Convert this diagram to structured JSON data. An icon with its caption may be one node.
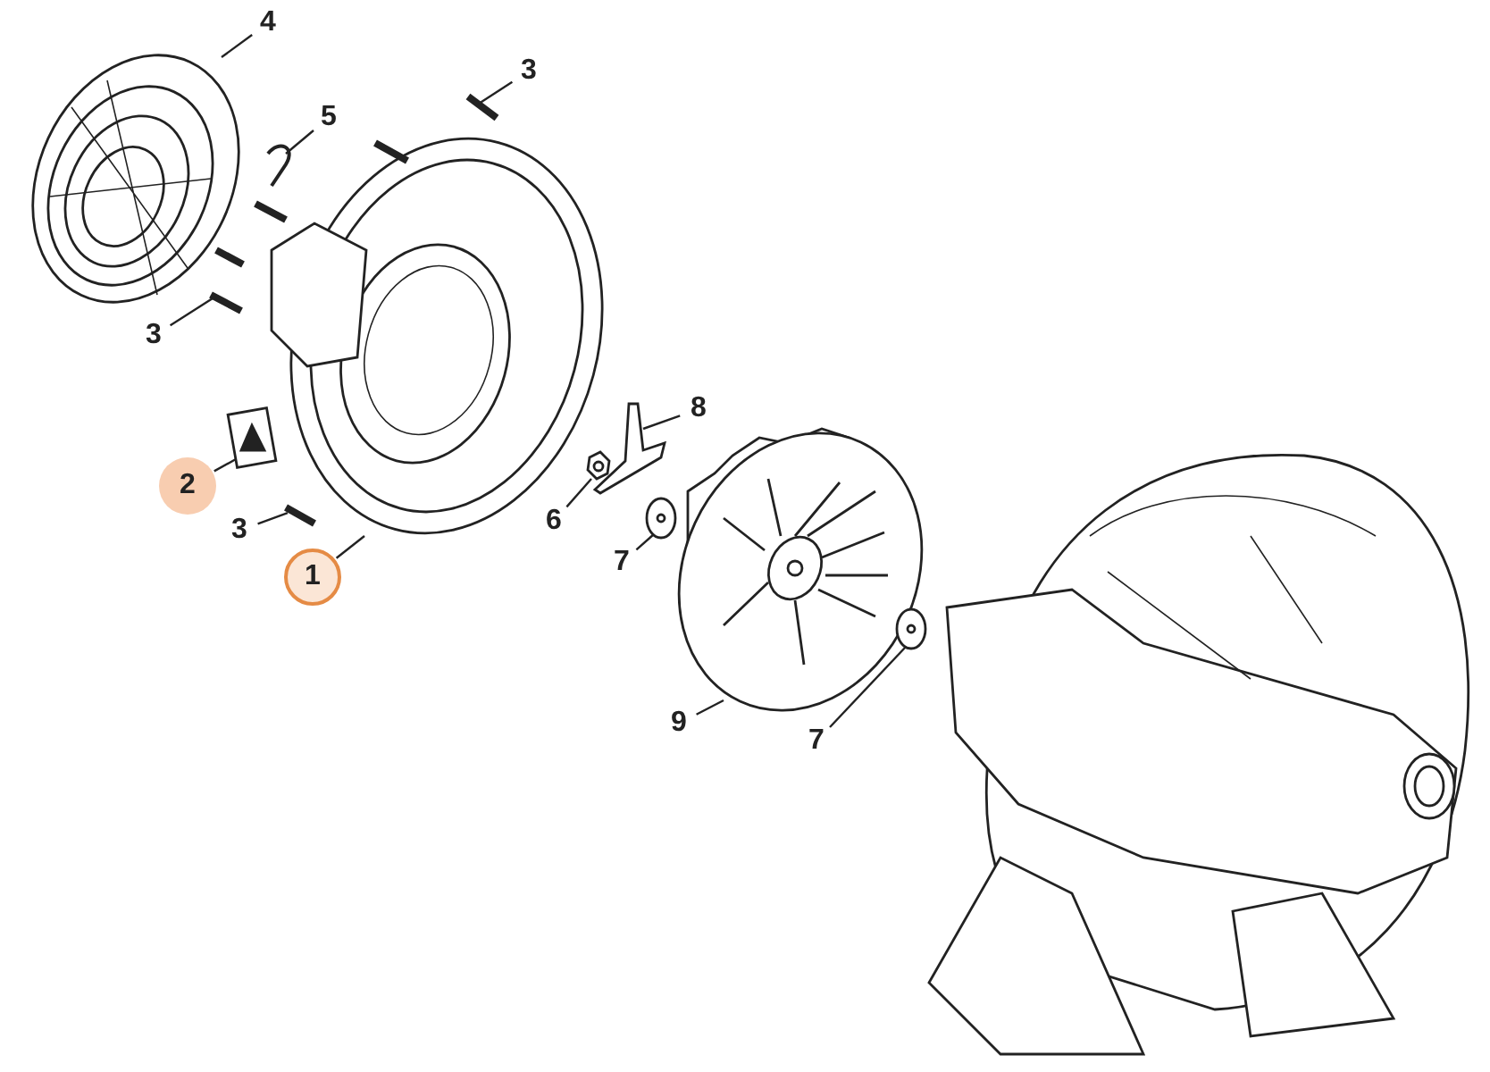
{
  "diagram": {
    "nodes": [
      {
        "text": [
          "4"
        ]
      },
      {
        "text": [
          "3"
        ]
      },
      {
        "text": [
          "5"
        ]
      },
      {
        "text": [
          "3"
        ]
      },
      {
        "text": [
          "8"
        ]
      },
      {
        "text": [
          "2"
        ]
      },
      {
        "text": [
          "6"
        ]
      },
      {
        "text": [
          "7"
        ]
      },
      {
        "text": [
          "3"
        ]
      },
      {
        "text": [
          "1"
        ]
      },
      {
        "text": [
          "9"
        ]
      },
      {
        "text": [
          "7"
        ]
      },
      {
        "text": [],
        "shape": "picture"
      },
      {
        "text": [],
        "shape": "picture"
      },
      {
        "text": [],
        "shape": "picture"
      },
      {
        "text": [],
        "shape": "picture"
      },
      {
        "text": [],
        "shape": "picture"
      },
      {
        "text": [],
        "shape": "picture"
      },
      {
        "text": [],
        "shape": "picture"
      },
      {
        "text": [],
        "shape": "picture"
      },
      {
        "text": [],
        "shape": "picture"
      },
      {
        "text": [],
        "shape": "picture"
      },
      {
        "text": [],
        "shape": "picture"
      },
      {
        "text": [],
        "shape": "picture"
      }
    ],
    "edges": [
      {
        "from": 0,
        "to": 12,
        "arrow": "none"
      },
      {
        "from": 1,
        "to": 13,
        "arrow": "none"
      },
      {
        "from": 2,
        "to": 14,
        "arrow": "none"
      },
      {
        "from": 3,
        "to": 15,
        "arrow": "none"
      },
      {
        "from": 4,
        "to": 16,
        "arrow": "none"
      },
      {
        "from": 5,
        "to": 17,
        "arrow": "none"
      },
      {
        "from": 6,
        "to": 18,
        "arrow": "none"
      },
      {
        "from": 7,
        "to": 19,
        "arrow": "none"
      },
      {
        "from": 8,
        "to": 20,
        "arrow": "none"
      },
      {
        "from": 9,
        "to": 21,
        "arrow": "none"
      },
      {
        "from": 10,
        "to": 22,
        "arrow": "none"
      },
      {
        "from": 11,
        "to": 23,
        "arrow": "none"
      }
    ]
  }
}
